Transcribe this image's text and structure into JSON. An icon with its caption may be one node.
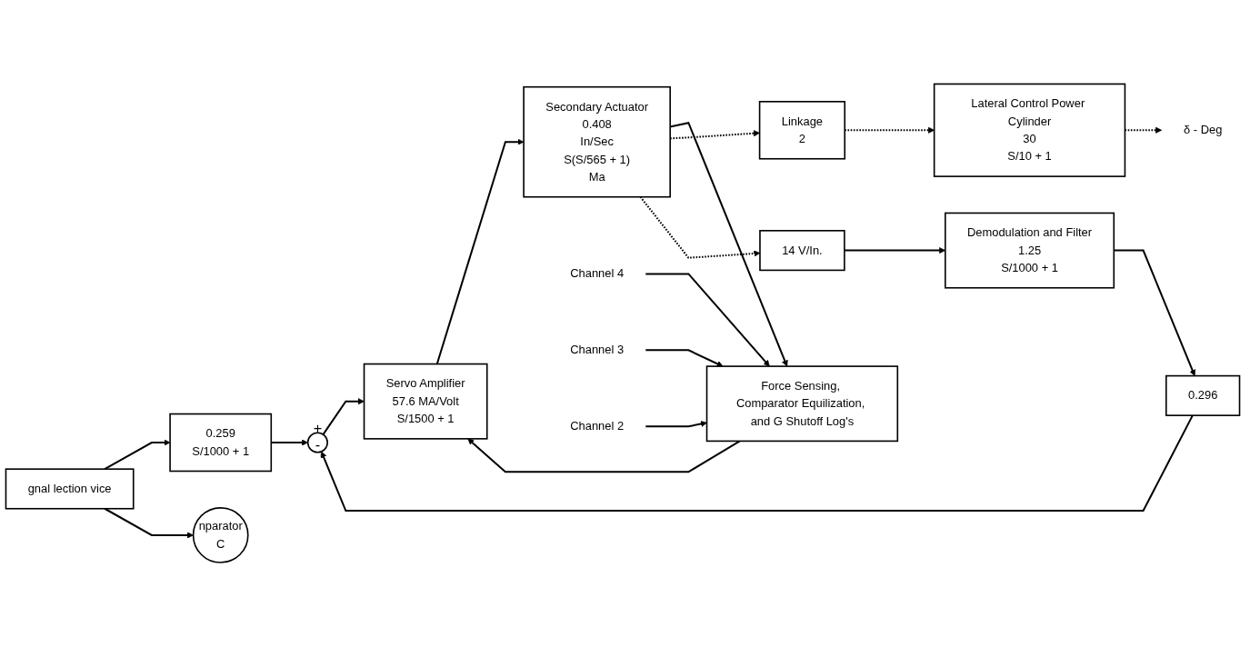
{
  "diagram": {
    "nodes": [
      {
        "text": [
          "Force Sensing, Comparator Equilization, and G Shutoff Log's"
        ]
      },
      {
        "text": [
          "Channel 4"
        ]
      },
      {
        "text": [
          "Channel 3"
        ]
      },
      {
        "text": [
          "Channel 2"
        ]
      },
      {
        "text": [
          "nparator",
          "C"
        ]
      },
      {
        "text": [
          "gnal lection vice"
        ]
      },
      {
        "text": [
          "0.259",
          "S/1000 + 1"
        ]
      },
      {
        "text": [
          "+",
          "-"
        ]
      },
      {
        "text": [
          "Servo Amplifier",
          "57.6 MA/Volt",
          "S/1500  +  1"
        ]
      },
      {
        "text": [
          "Secondary Actuator",
          "0.408",
          "In/Sec",
          "S(S/565 + 1)",
          "Ma"
        ]
      },
      {
        "text": [
          "Linkage",
          "2"
        ]
      },
      {
        "text": [
          "Lateral Control Power Cylinder",
          "30",
          "S/10 + 1"
        ]
      },
      {
        "text": [
          "δ - Deg"
        ]
      },
      {
        "text": [
          "14 V/In."
        ]
      },
      {
        "text": [
          "Demodulation and Filter",
          "1.25",
          "S/1000 + 1"
        ]
      },
      {
        "text": [
          "0.296"
        ]
      }
    ],
    "edges": [
      {
        "from": 1,
        "to": 0,
        "arrow": "to"
      },
      {
        "from": 2,
        "to": 0,
        "arrow": "to"
      },
      {
        "from": 3,
        "to": 0,
        "arrow": "to"
      },
      {
        "from": 5,
        "to": 6,
        "arrow": "to"
      },
      {
        "from": 5,
        "to": 4,
        "arrow": "to"
      },
      {
        "from": 6,
        "to": 7,
        "arrow": "to"
      },
      {
        "from": 7,
        "to": 8,
        "arrow": "to"
      },
      {
        "from": 0,
        "to": 8,
        "arrow": "to"
      },
      {
        "from": 8,
        "to": 9,
        "arrow": "to"
      },
      {
        "from": 9,
        "to": 0,
        "arrow": "to"
      },
      {
        "from": 9,
        "to": 10,
        "arrow": "to",
        "style": "dashed"
      },
      {
        "from": 9,
        "to": 13,
        "arrow": "to",
        "style": "dashed"
      },
      {
        "from": 10,
        "to": 11,
        "arrow": "to",
        "style": "dashed"
      },
      {
        "from": 11,
        "to": 12,
        "arrow": "to",
        "style": "dashed"
      },
      {
        "from": 13,
        "to": 14,
        "arrow": "to"
      },
      {
        "from": 14,
        "to": 15,
        "arrow": "to"
      },
      {
        "from": 15,
        "to": 7,
        "arrow": "to"
      }
    ]
  }
}
